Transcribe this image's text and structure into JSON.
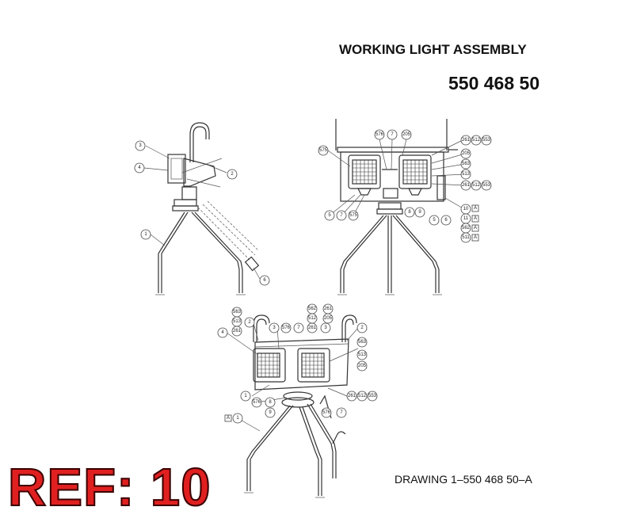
{
  "header": {
    "title": "WORKING LIGHT ASSEMBLY",
    "part_number": "550 468 50"
  },
  "footer": {
    "drawing_label": "DRAWING  1–550 468 50–A",
    "ref_label": "REF: 10"
  },
  "colors": {
    "ref_red": "#e02020",
    "line": "#333333"
  },
  "callouts": {
    "side_view": [
      "3",
      "4",
      "2",
      "1",
      "6"
    ],
    "front_view": [
      "575",
      "576",
      "7",
      "205",
      "261",
      "512",
      "553",
      "205",
      "563",
      "513",
      "261",
      "512",
      "553",
      "5",
      "7",
      "575",
      "8",
      "9",
      "5",
      "6",
      "10",
      "11",
      "562",
      "511"
    ],
    "iso_view": [
      "563",
      "513",
      "261",
      "4",
      "2",
      "3",
      "576",
      "7",
      "261",
      "3",
      "562",
      "512",
      "205",
      "261",
      "2",
      "563",
      "513",
      "205",
      "1",
      "576",
      "8",
      "9",
      "576",
      "7",
      "261",
      "512",
      "553",
      "1"
    ],
    "boxed_letters": [
      "A",
      "A",
      "A",
      "A",
      "A"
    ]
  }
}
